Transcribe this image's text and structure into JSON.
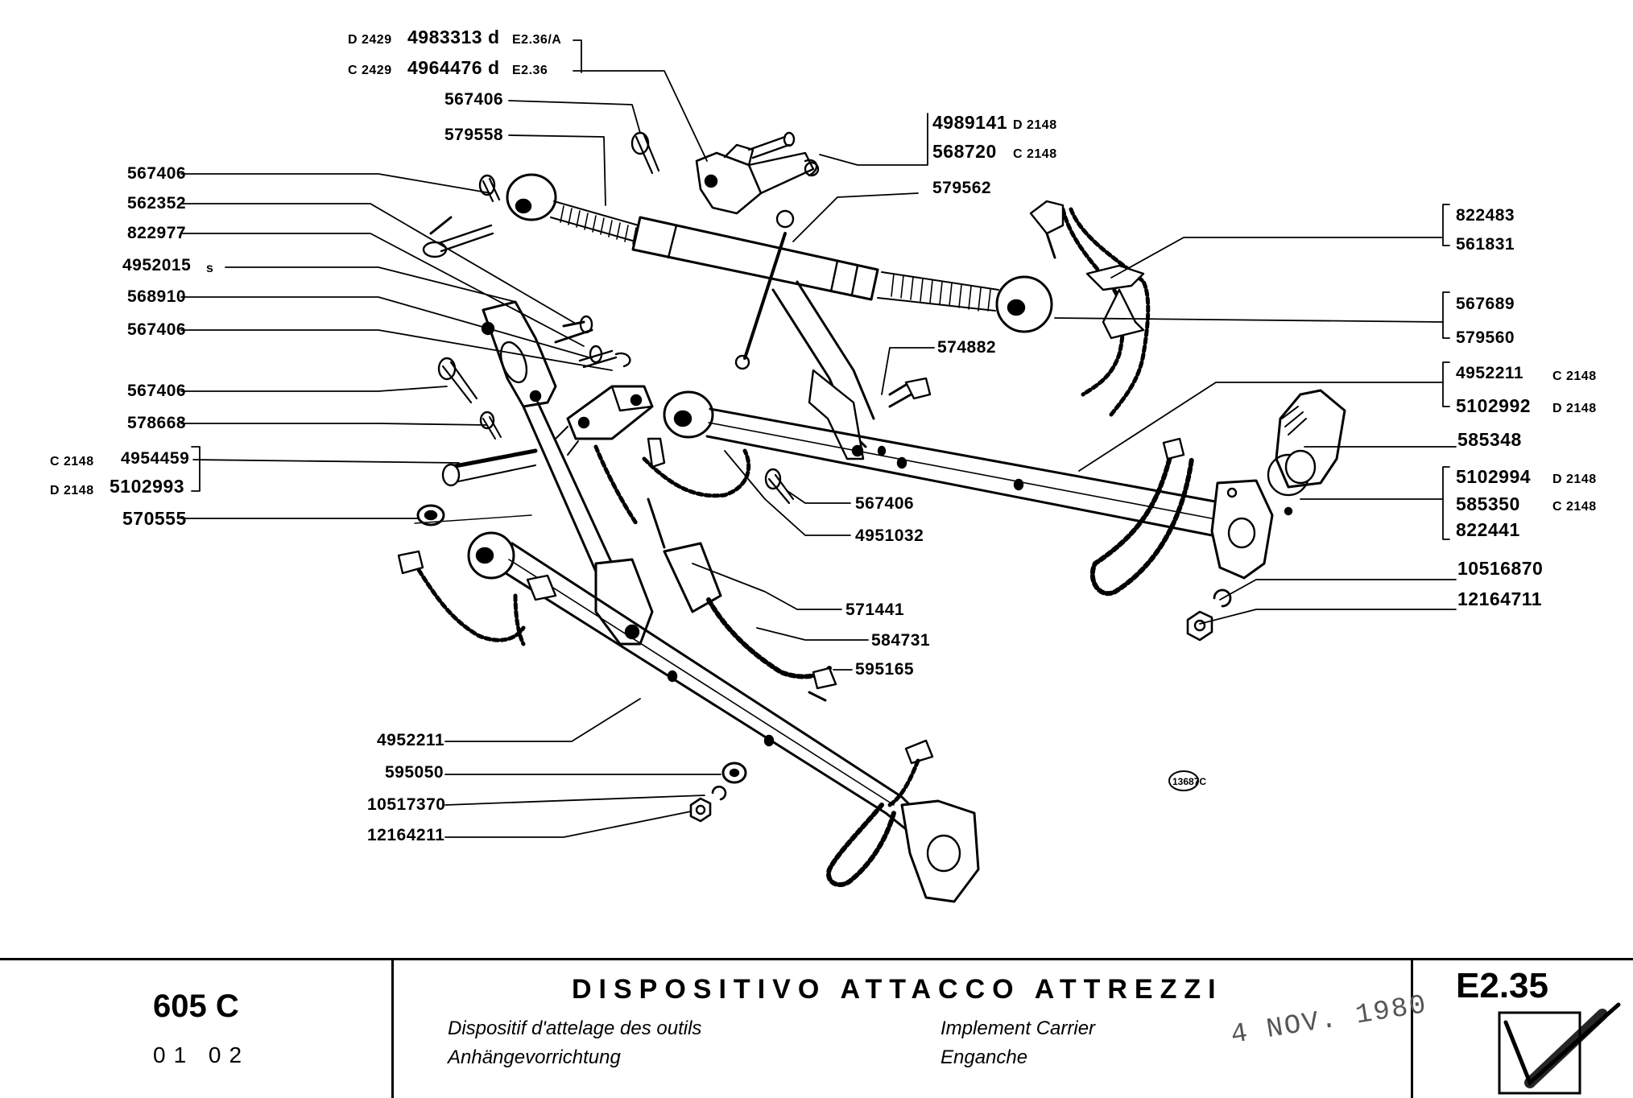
{
  "title_block": {
    "model": "605 C",
    "variants": "01 02",
    "title_it": "DISPOSITIVO ATTACCO ATTREZZI",
    "title_fr": "Dispositif d'attelage des outils",
    "title_en": "Implement Carrier",
    "title_de": "Anhängevorrichtung",
    "title_es": "Enganche",
    "page_ref": "E2.35",
    "stamp": "4 NOV. 1980"
  },
  "diagram_code": "13687C",
  "callouts": {
    "c_d2429_a": "D 2429",
    "c_4983313": "4983313",
    "c_d_a": "d",
    "c_e236a": "E2.36/A",
    "c_c2429": "C 2429",
    "c_4964476": "4964476",
    "c_d_b": "d",
    "c_e236": "E2.36",
    "c_567406_top": "567406",
    "c_579558": "579558",
    "c_4989141": "4989141",
    "c_d2148_a": "D 2148",
    "c_568720": "568720",
    "c_c2148_a": "C 2148",
    "c_579562": "579562",
    "l_567406_a": "567406",
    "l_562352": "562352",
    "l_822977": "822977",
    "l_4952015": "4952015",
    "l_s": "s",
    "l_568910": "568910",
    "l_567406_b": "567406",
    "l_567406_c": "567406",
    "l_578668": "578668",
    "l_c2148": "C 2148",
    "l_4954459": "4954459",
    "l_d2148": "D 2148",
    "l_5102993": "5102993",
    "l_570555": "570555",
    "r_822483": "822483",
    "r_561831": "561831",
    "r_567689": "567689",
    "r_579560": "579560",
    "r_4952211": "4952211",
    "r_c2148_a": "C 2148",
    "r_5102992": "5102992",
    "r_d2148_a": "D 2148",
    "r_585348": "585348",
    "r_5102994": "5102994",
    "r_d2148_b": "D 2148",
    "r_585350": "585350",
    "r_c2148_b": "C 2148",
    "r_822441": "822441",
    "r_10516870": "10516870",
    "r_12164711": "12164711",
    "m_574882": "574882",
    "m_567406": "567406",
    "m_4951032": "4951032",
    "m_571441": "571441",
    "m_584731": "584731",
    "m_595165": "595165",
    "b_4952211": "4952211",
    "b_595050": "595050",
    "b_10517370": "10517370",
    "b_12164211": "12164211"
  }
}
